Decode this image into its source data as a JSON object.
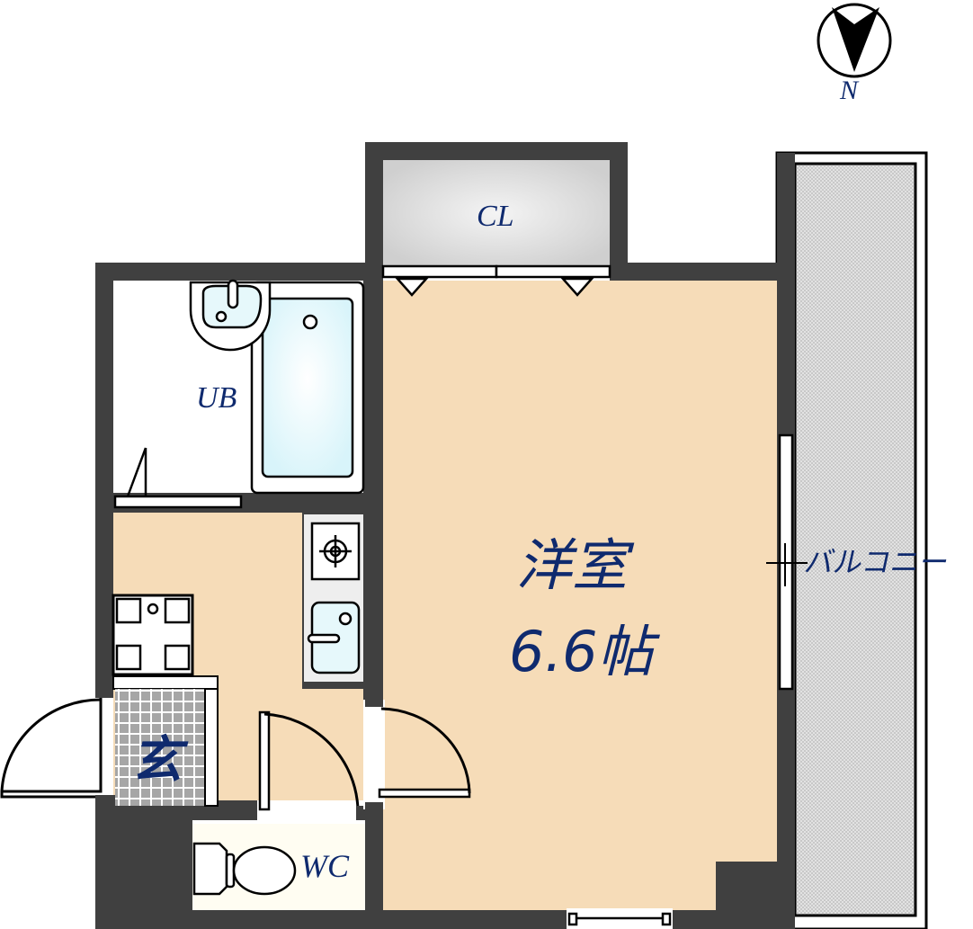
{
  "compass": {
    "label": "N",
    "icon": "north-arrow-icon"
  },
  "rooms": {
    "closet": {
      "label": "CL"
    },
    "unit_bath": {
      "label": "UB"
    },
    "western_room": {
      "label": "洋室",
      "size": "6.6帖"
    },
    "entrance": {
      "label": "玄"
    },
    "toilet": {
      "label": "WC"
    },
    "balcony": {
      "label": "バルコニー"
    }
  },
  "colors": {
    "wall": "#404040",
    "floor": "#f6dcb8",
    "text": "#0f2a6e",
    "closet_fill": "#d8d8d8",
    "bath_fill": "#e6f8fb",
    "balcony_fill": "#d6d6d6",
    "entrance_tile": "#a8a8a8",
    "toilet_floor": "#fffdf2"
  }
}
